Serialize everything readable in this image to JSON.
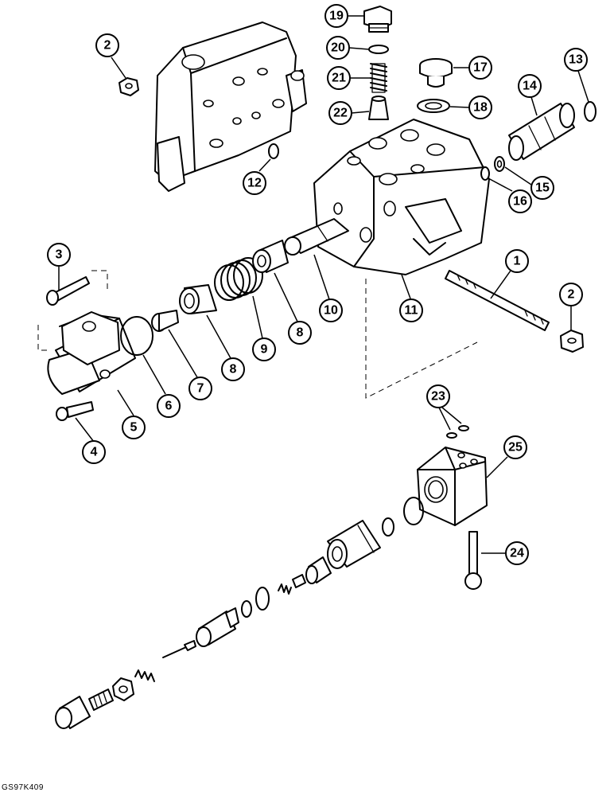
{
  "diagram": {
    "reference_code": "GS97K409",
    "callouts": [
      "1",
      "2",
      "2",
      "3",
      "4",
      "5",
      "6",
      "7",
      "8",
      "8",
      "9",
      "10",
      "11",
      "12",
      "13",
      "14",
      "15",
      "16",
      "17",
      "18",
      "19",
      "20",
      "21",
      "22",
      "23",
      "24",
      "25"
    ]
  }
}
